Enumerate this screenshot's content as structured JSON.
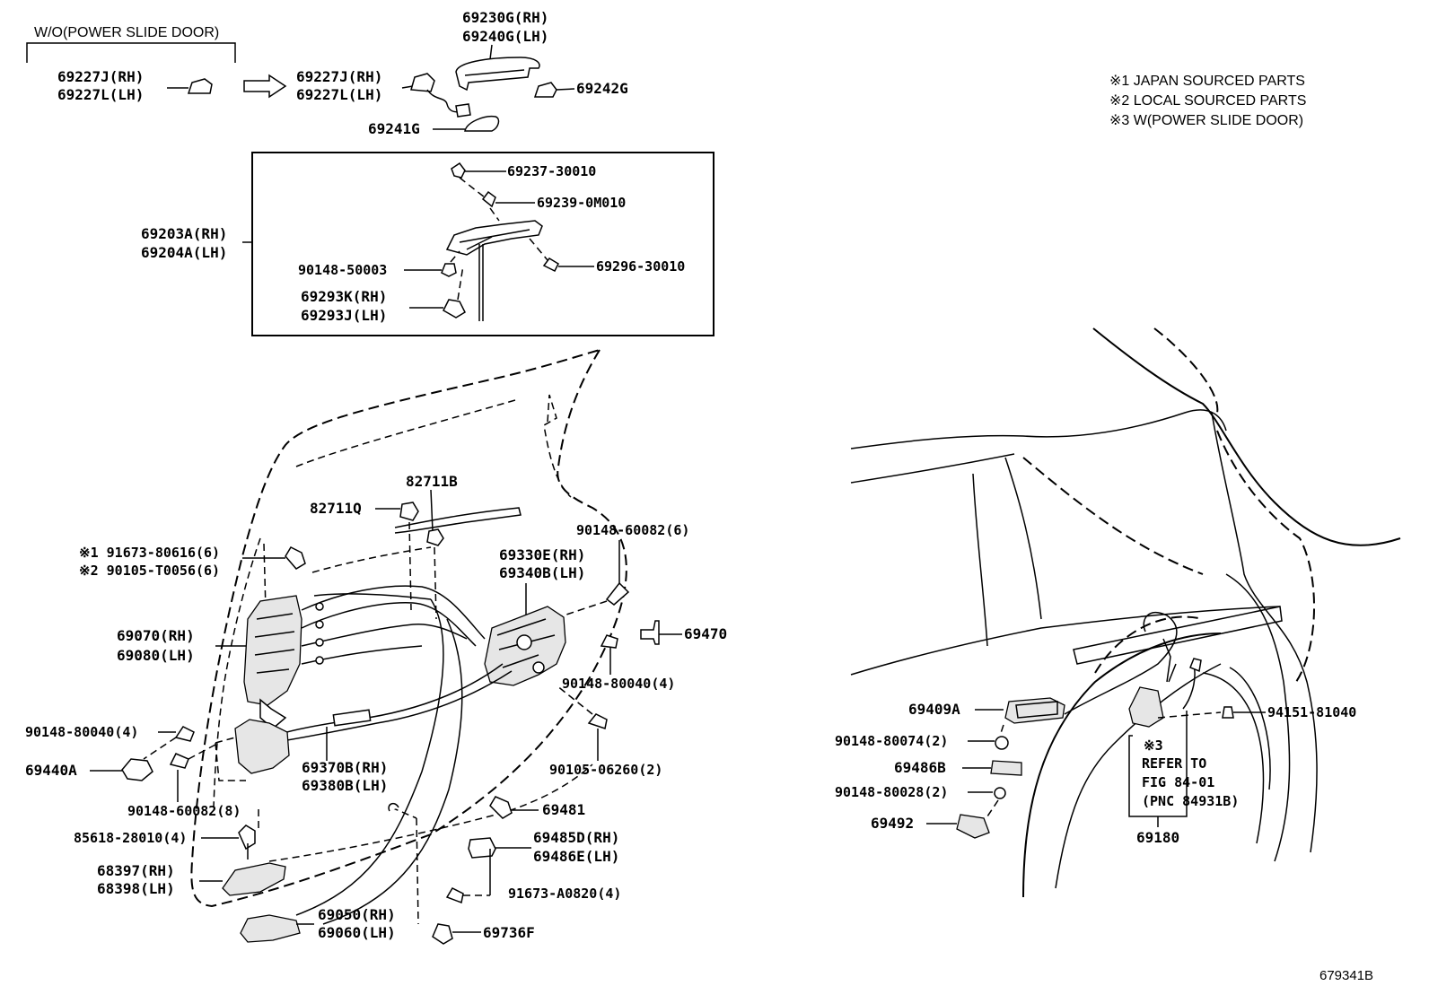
{
  "notes": [
    "※1 JAPAN SOURCED PARTS",
    "※2 LOCAL SOURCED PARTS",
    "※3 W(POWER SLIDE DOOR)"
  ],
  "figure_id": "679341B",
  "header_wo": "W/O(POWER SLIDE DOOR)",
  "labels": {
    "p69227J": "69227J(RH)",
    "p69227L": "69227L(LH)",
    "p69227J_b": "69227J(RH)",
    "p69227L_b": "69227L(LH)",
    "p69230G": "69230G(RH)",
    "p69240G": "69240G(LH)",
    "p69242G": "69242G",
    "p69241G": "69241G",
    "p69237": "69237-30010",
    "p69239": "69239-0M010",
    "p69203A": "69203A(RH)",
    "p69204A": "69204A(LH)",
    "p90148_50003": "90148-50003",
    "p69296": "69296-30010",
    "p69293K": "69293K(RH)",
    "p69293J": "69293J(LH)",
    "p82711B": "82711B",
    "p82711Q": "82711Q",
    "p90148_60082_6": "90148-60082(6)",
    "p91673_80616": "※1 91673-80616(6)",
    "p90105_T0056": "※2 90105-T0056(6)",
    "p69330E": "69330E(RH)",
    "p69340B": "69340B(LH)",
    "p69470": "69470",
    "p69070": "69070(RH)",
    "p69080": "69080(LH)",
    "p90148_80040_4a": "90148-80040(4)",
    "p90148_80040_4b": "90148-80040(4)",
    "p69440A": "69440A",
    "p69370B": "69370B(RH)",
    "p69380B": "69380B(LH)",
    "p90105_06260": "90105-06260(2)",
    "p90148_60082_8": "90148-60082(8)",
    "p69481": "69481",
    "p85618": "85618-28010(4)",
    "p69485D": "69485D(RH)",
    "p69486E": "69486E(LH)",
    "p68397": "68397(RH)",
    "p68398": "68398(LH)",
    "p91673_A0820": "91673-A0820(4)",
    "p69050": "69050(RH)",
    "p69060": "69060(LH)",
    "p69736F": "69736F",
    "p69409A": "69409A",
    "p94151": "94151-81040",
    "p90148_80074": "90148-80074(2)",
    "p69486B": "69486B",
    "p90148_80028": "90148-80028(2)",
    "p69492": "69492",
    "p69180": "69180",
    "refer1": "※3",
    "refer2": "REFER TO",
    "refer3": "FIG 84-01",
    "refer4": "(PNC 84931B)"
  }
}
